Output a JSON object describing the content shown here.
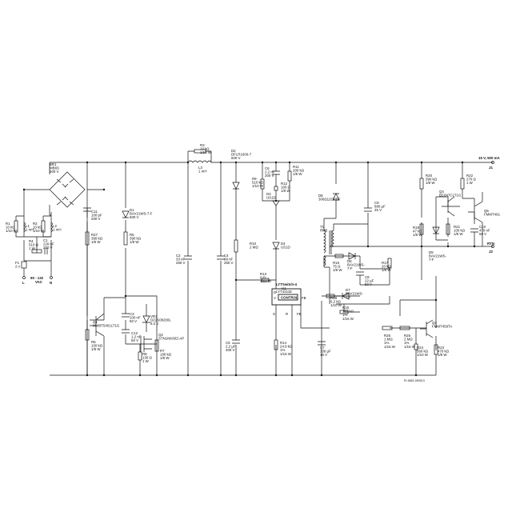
{
  "output_label": "15 V, 500 mA",
  "output_pos": "J1",
  "rtn_label": "RTN",
  "output_neg": "J2",
  "input_voltage": "90 - 132",
  "input_unit": "VAC",
  "terminal_l": "L",
  "terminal_n": "N",
  "drawing_number": "PI-5851-053013",
  "ic": {
    "name": "LYTSwitch-4",
    "ref": "U1",
    "part": "LYT4311E",
    "block": "CONTROL",
    "pins": [
      "D",
      "V",
      "FB",
      "S",
      "R",
      "FB"
    ]
  },
  "components": {
    "br1": [
      "BR1",
      "MB6S",
      "600 V"
    ],
    "r1": [
      "R1",
      "10 kΩ",
      "1/10 W"
    ],
    "l1": [
      "L1",
      "1 mH"
    ],
    "r2": [
      "R2",
      "10 kΩ",
      "1/10 W"
    ],
    "l2": [
      "L2",
      "1 mH"
    ],
    "r4": [
      "R4",
      "510 Ω",
      "1 W"
    ],
    "c1": [
      "C1",
      "220 nF",
      "250 V"
    ],
    "f1": [
      "F1",
      "2 A"
    ],
    "c11": [
      "C11",
      "100 pF",
      "200 V"
    ],
    "r27": [
      "R27",
      "390 kΩ",
      "1/8 W"
    ],
    "q1": [
      "Q1",
      "MMBT5401LT1G"
    ],
    "r6": [
      "R6",
      "100 kΩ",
      "1/8 W"
    ],
    "d1": [
      "D1",
      "BAV21WS-7-F",
      "600 V"
    ],
    "r5": [
      "R5",
      "390 kΩ",
      "1/8 W"
    ],
    "c3": [
      "C3",
      "100 nF",
      "50 V"
    ],
    "c12": [
      "C12",
      "1.2 nF",
      "50 V"
    ],
    "r8": [
      "R8",
      "130 Ω",
      "1 W"
    ],
    "vr1": [
      "VR1",
      "DZ2S08200L",
      "8.2 V"
    ],
    "q2": [
      "Q2",
      "STN1NK60Z-AP"
    ],
    "r7": [
      "R7",
      "180 kΩ",
      "1/8 W"
    ],
    "r3": [
      "R3",
      "10 kΩ",
      "1/10 W"
    ],
    "l3": [
      "L3",
      "1 mH"
    ],
    "c2": [
      "C2",
      "33 nF",
      "250 V"
    ],
    "c4": [
      "C4",
      "68 nF",
      "250 V"
    ],
    "d2": [
      "D2",
      "DFLR1600-7",
      "600 V"
    ],
    "r9": [
      "R9",
      "510 kΩ",
      "1/10 W"
    ],
    "c6": [
      "C6",
      "2.2 nF",
      "200 V"
    ],
    "r11": [
      "R11",
      "200 kΩ",
      "1/8 W"
    ],
    "r12": [
      "R12",
      "100 Ω",
      "1/8 W"
    ],
    "d3": [
      "D3",
      "US1D"
    ],
    "d8": [
      "D8",
      "300Ω12OPBF"
    ],
    "r10": [
      "R10",
      "2 MΩ"
    ],
    "d4": [
      "D4",
      "US1D"
    ],
    "r13": [
      "R13",
      "0 Ω",
      "1/10 W"
    ],
    "t1": [
      "T1",
      "RM6"
    ],
    "r16": [
      "R16",
      "75 Ω",
      "1/8 W"
    ],
    "d6": [
      "D6",
      "BAV21WS-",
      "7-F"
    ],
    "r17": [
      "R17",
      "20 kΩ",
      "1/8 W"
    ],
    "c8": [
      "C8",
      "22 µF",
      "50 V"
    ],
    "d7": [
      "D7",
      "BAV21WS-",
      "7-F"
    ],
    "r18": [
      "R18",
      "6.2 kΩ",
      "1/10 W"
    ],
    "r15": [
      "R15",
      "187 kΩ",
      "1%",
      "1/16 W"
    ],
    "c9": [
      "C9",
      "680 µF",
      "25 V"
    ],
    "c5": [
      "C5",
      "2.2 µF",
      "400 V"
    ],
    "r14": [
      "R14",
      "24.9 kΩ",
      "1%",
      "1/16 W"
    ],
    "c7": [
      "C7",
      "330 µF",
      "16 V"
    ],
    "r20": [
      "R20",
      "390 kΩ",
      "1/8 W"
    ],
    "r22": [
      "R22",
      "270 Ω",
      "1 W"
    ],
    "q4": [
      "Q4",
      "BC847CLT1G"
    ],
    "q5": [
      "Q5",
      "FMMT491"
    ],
    "r19": [
      "R19",
      "47 kΩ",
      "1/8 W"
    ],
    "r21": [
      "R21",
      "100 kΩ",
      "1/8 W"
    ],
    "c10": [
      "C10",
      "470 nF",
      "50 V"
    ],
    "d9": [
      "D9",
      "BAV21WS-",
      "7-F"
    ],
    "q3": [
      "Q3",
      "FMMT459TA"
    ],
    "r25": [
      "R25",
      "1 MΩ",
      "1%",
      "1/16 W"
    ],
    "r26": [
      "R26",
      "2 MΩ",
      "1%",
      "1/16 W"
    ],
    "r24": [
      "R24",
      "560 kΩ",
      "1/10 W"
    ],
    "r23": [
      "R23",
      "470 kΩ",
      "1/8 W"
    ]
  }
}
